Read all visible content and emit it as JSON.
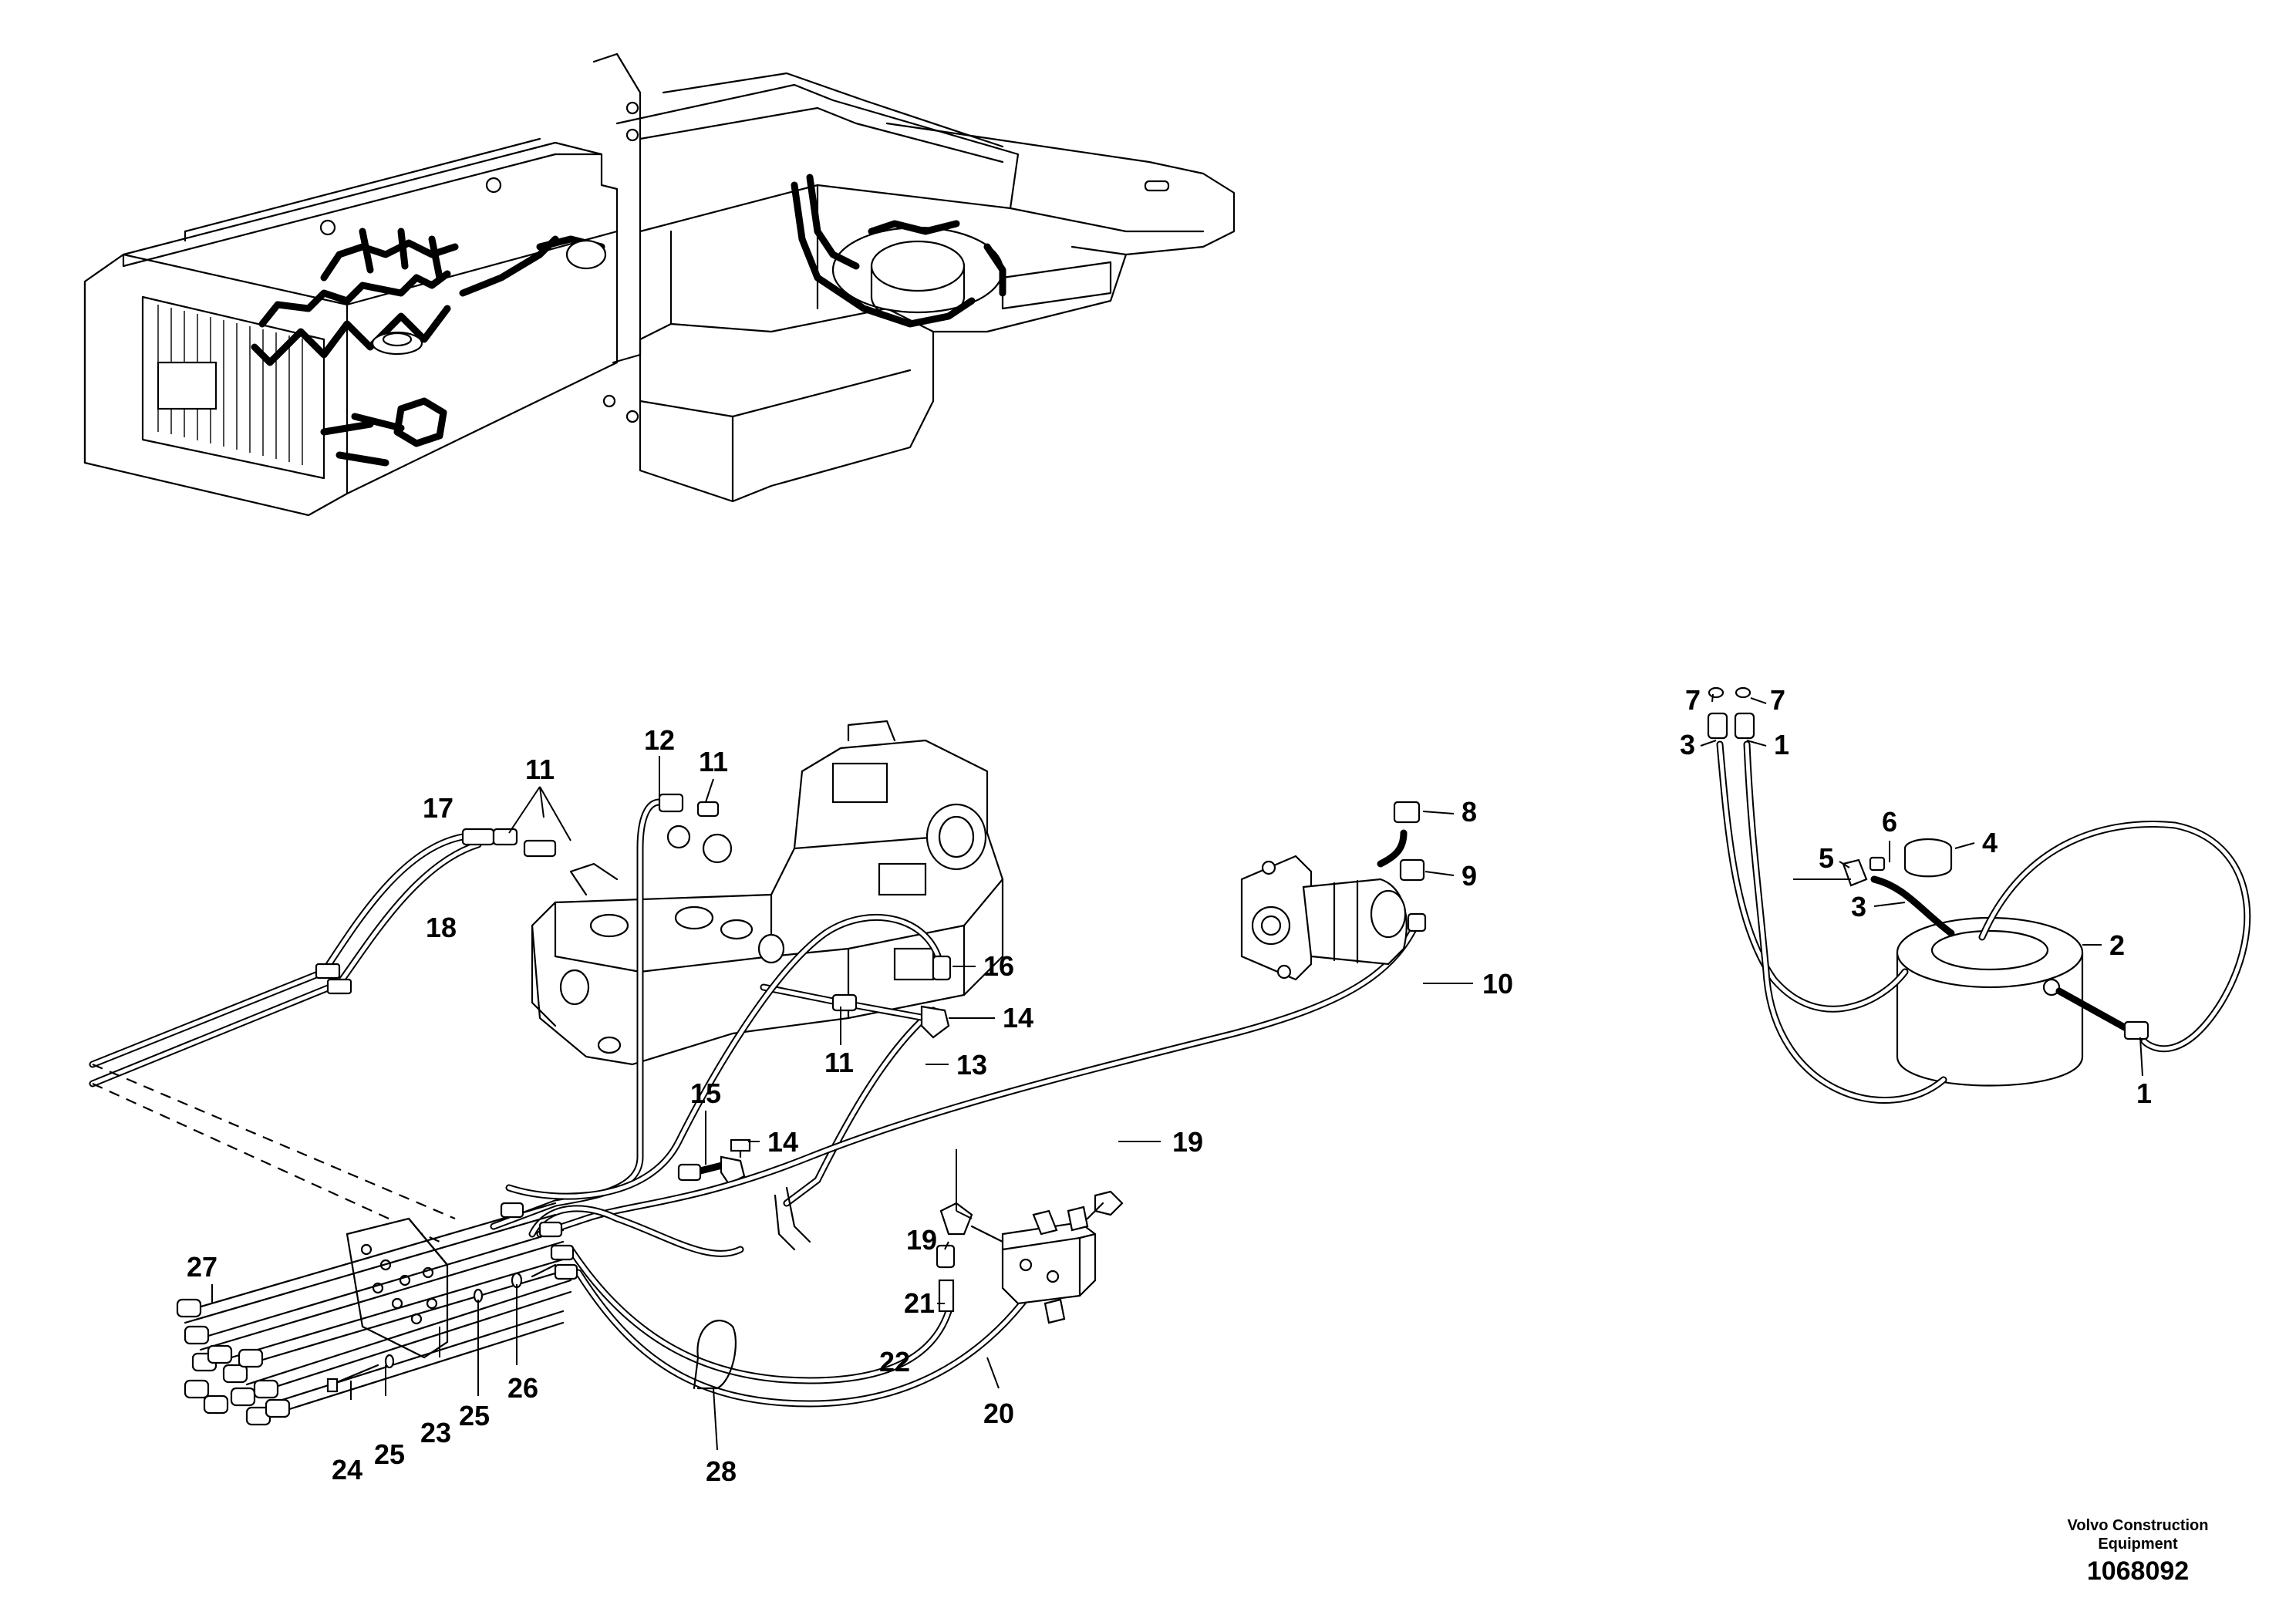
{
  "labels": {
    "l1a": "1",
    "l1b": "1",
    "l2": "2",
    "l3a": "3",
    "l3b": "3",
    "l4": "4",
    "l5": "5",
    "l6": "6",
    "l7a": "7",
    "l7b": "7",
    "l8": "8",
    "l9": "9",
    "l10": "10",
    "l11a": "11",
    "l11b": "11",
    "l11c": "11",
    "l12": "12",
    "l13": "13",
    "l14a": "14",
    "l14b": "14",
    "l15": "15",
    "l16": "16",
    "l17": "17",
    "l18": "18",
    "l19a": "19",
    "l19b": "19",
    "l20": "20",
    "l21": "21",
    "l22": "22",
    "l23": "23",
    "l24": "24",
    "l25a": "25",
    "l25b": "25",
    "l26": "26",
    "l27": "27",
    "l28": "28"
  },
  "footer": {
    "brand": "Volvo Construction Equipment",
    "doc_number": "1068092"
  }
}
